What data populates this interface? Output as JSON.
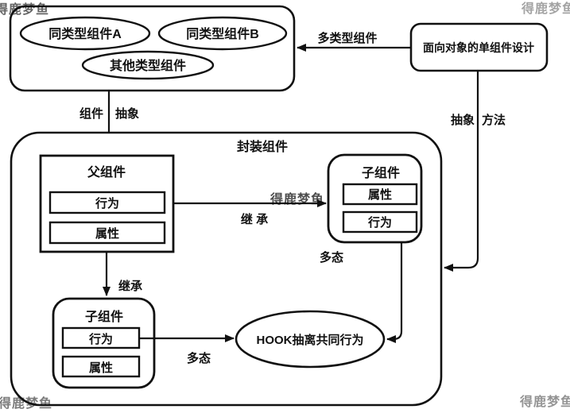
{
  "watermark": {
    "text": "得鹿梦鱼",
    "color": "#d24a4a"
  },
  "diagram": {
    "group_box": {
      "ellipse_a": "同类型组件A",
      "ellipse_b": "同类型组件B",
      "ellipse_c": "其他类型组件"
    },
    "single_design_box": "面向对象的单组件设计",
    "encapsulate_label": "封装组件",
    "parent_box": {
      "title": "父组件",
      "behavior": "行为",
      "attribute": "属性"
    },
    "child_box_right": {
      "title": "子组件",
      "attribute": "属性",
      "behavior": "行为"
    },
    "child_box_bottom": {
      "title": "子组件",
      "behavior": "行为",
      "attribute": "属性"
    },
    "hook_ellipse": "HOOK抽离共同行为",
    "labels": {
      "multi_type": "多类型组件",
      "component": "组件",
      "abstract": "抽象",
      "inherit_h": "继 承",
      "inherit_v": "继承",
      "poly_right": "多态",
      "poly_bottom": "多态",
      "abstract2": "抽象",
      "method": "方法"
    }
  }
}
